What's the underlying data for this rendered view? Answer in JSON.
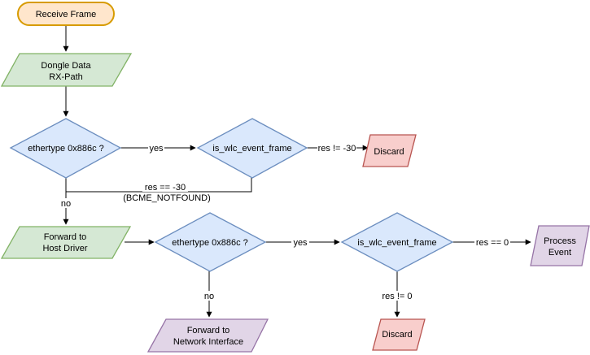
{
  "nodes": {
    "receive_frame": "Receive Frame",
    "dongle_data_line1": "Dongle Data",
    "dongle_data_line2": "RX-Path",
    "ethertype_check_1": "ethertype 0x886c ?",
    "wlc_check_1": "is_wlc_event_frame",
    "discard_1": "Discard",
    "forward_host_line1": "Forward to",
    "forward_host_line2": "Host Driver",
    "ethertype_check_2": "ethertype 0x886c ?",
    "wlc_check_2": "is_wlc_event_frame",
    "process_event_line1": "Process",
    "process_event_line2": "Event",
    "forward_net_line1": "Forward to",
    "forward_net_line2": "Network Interface",
    "discard_2": "Discard"
  },
  "edges": {
    "yes_1": "yes",
    "res_not_minus30": "res != -30",
    "res_eq_minus30_line1": "res == -30",
    "res_eq_minus30_line2": "(BCME_NOTFOUND)",
    "no_1": "no",
    "yes_2": "yes",
    "res_eq_0": "res == 0",
    "no_2": "no",
    "res_not_0": "res != 0"
  },
  "colors": {
    "start_fill": "#ffe6cc",
    "start_stroke": "#d79b00",
    "green_fill": "#d5e8d4",
    "green_stroke": "#82b366",
    "blue_fill": "#dae8fc",
    "blue_stroke": "#6c8ebf",
    "red_fill": "#f8cecc",
    "red_stroke": "#b85450",
    "purple_fill": "#e1d5e7",
    "purple_stroke": "#9673a6"
  }
}
